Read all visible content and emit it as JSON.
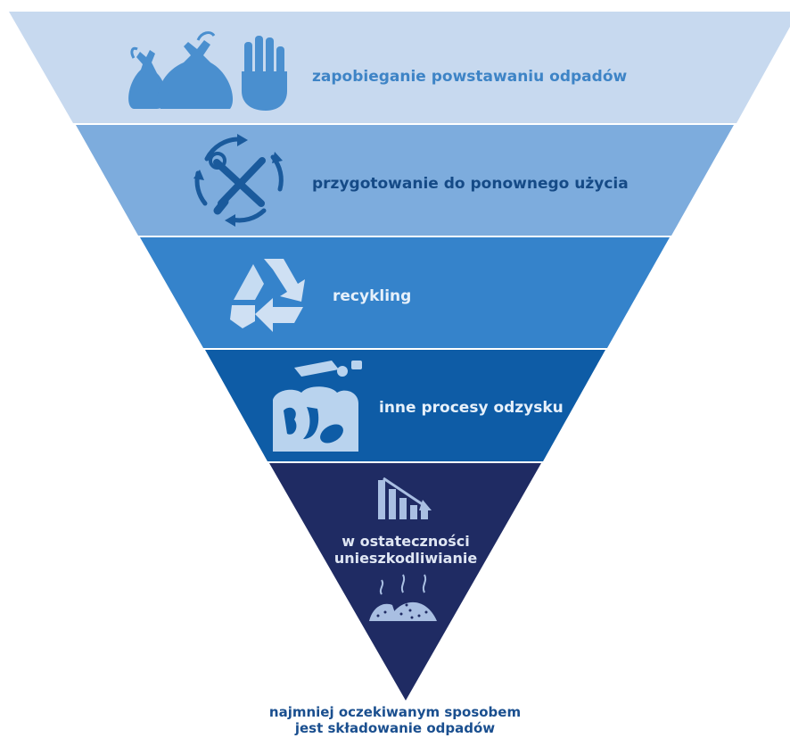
{
  "levels": [
    {
      "label": "zapobieganie powstawaniu odpadów",
      "icons": [
        "garbage-bags-icon",
        "stop-hand-icon"
      ],
      "fill": "#c7d9ef",
      "label_color": "#3e84c6",
      "icon_color": "#4a8fcf"
    },
    {
      "label": "przygotowanie do ponownego użycia",
      "icons": [
        "repair-tools-cycle-icon"
      ],
      "fill": "#7dacdd",
      "label_color": "#154a86",
      "icon_color": "#1a5a9c"
    },
    {
      "label": "recykling",
      "icons": [
        "recycle-icon"
      ],
      "fill": "#3583cb",
      "label_color": "#e6f0fa",
      "icon_color": "#cfe0f3"
    },
    {
      "label": "inne procesy odzysku",
      "icons": [
        "waste-recovery-icon"
      ],
      "fill": "#0e5ca6",
      "label_color": "#e6f0fa",
      "icon_color": "#b9d3ee"
    },
    {
      "label_line1": "w ostateczności",
      "label_line2": "unieszkodliwianie",
      "icons": [
        "declining-chart-icon",
        "landfill-icon"
      ],
      "fill": "#1f2b63",
      "label_color": "#dfe6f3",
      "icon_color": "#a9bfe2"
    }
  ],
  "footer": {
    "line1": "najmniej oczekiwanym sposobem",
    "line2": "jest składowanie odpadów"
  }
}
